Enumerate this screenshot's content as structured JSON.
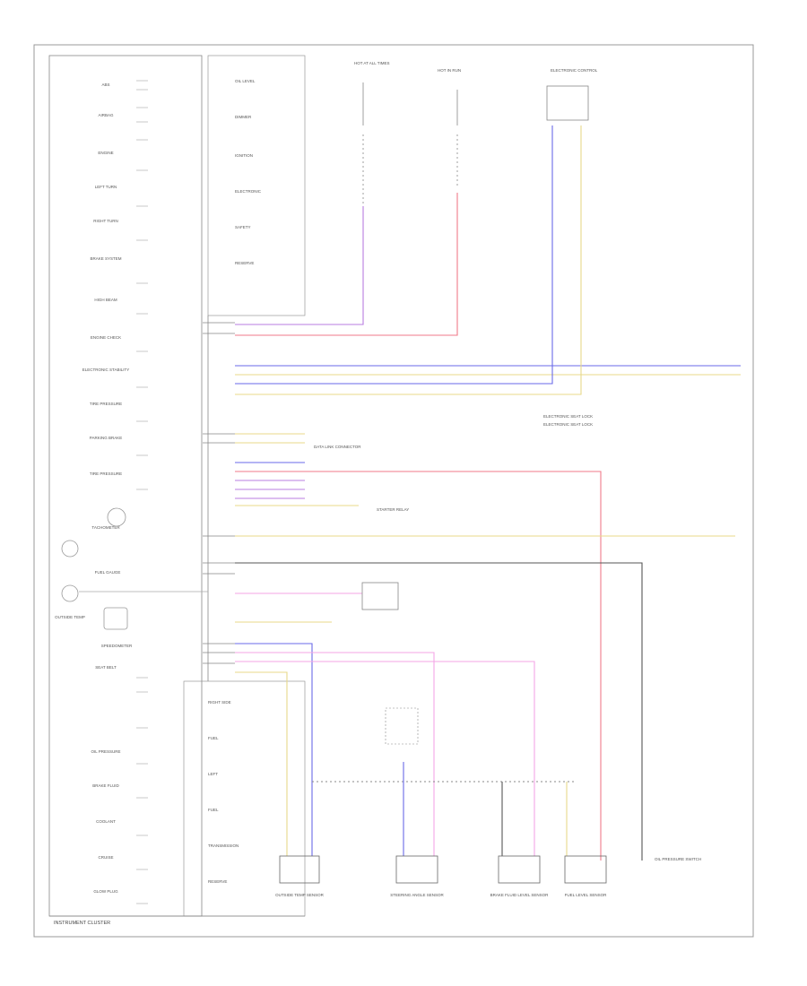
{
  "diagram": {
    "title": "INSTRUMENT CLUSTER",
    "footer_code": "",
    "cluster_indicators": [
      "ABS",
      "AIRBAG",
      "ENGINE",
      "LEFT TURN",
      "RIGHT TURN",
      "BRAKE SYSTEM",
      "HIGH BEAM",
      "ENGINE CHECK",
      "ELECTRONIC STABILITY",
      "TIRE PRESSURE",
      "PARKING BRAKE",
      "TIRE PRESSURE",
      "TACHOMETER",
      "FUEL GAUGE",
      "OUTSIDE TEMP",
      "SPEEDOMETER",
      "SEAT BELT",
      "OIL PRESSURE",
      "BRAKE FLUID",
      "COOLANT",
      "CRUISE",
      "GLOW PLUG"
    ],
    "right_column_labels": [
      "OIL LEVEL",
      "DIMMER",
      "IGNITION",
      "ELECTRONIC",
      "SAFETY",
      "RESERVE",
      "RIGHT SIDE",
      "FUEL",
      "LEFT",
      "FUEL",
      "TRANSMISSION",
      "RESERVE"
    ],
    "top_components": [
      "HOT AT ALL TIMES",
      "HOT IN RUN",
      "ELECTRONIC CONTROL"
    ],
    "bottom_components": [
      "OUTSIDE TEMP SENSOR",
      "STEERING ANGLE SENSOR",
      "BRAKE FLUID LEVEL SENSOR",
      "FUEL LEVEL SENSOR"
    ],
    "side_labels": [
      "OIL PRESSURE SWITCH",
      "DATA LINK CONNECTOR",
      "STARTER RELAY"
    ],
    "notes": [
      "ELECTRONIC SEAT LOCK",
      "ELECTRONIC SEAT LOCK"
    ],
    "colors": {
      "red": "#f07a8a",
      "purple": "#b87ce0",
      "blue": "#6a6ae8",
      "yellow": "#e8d98a",
      "pink": "#f4a6e6",
      "gray": "#555555"
    }
  }
}
